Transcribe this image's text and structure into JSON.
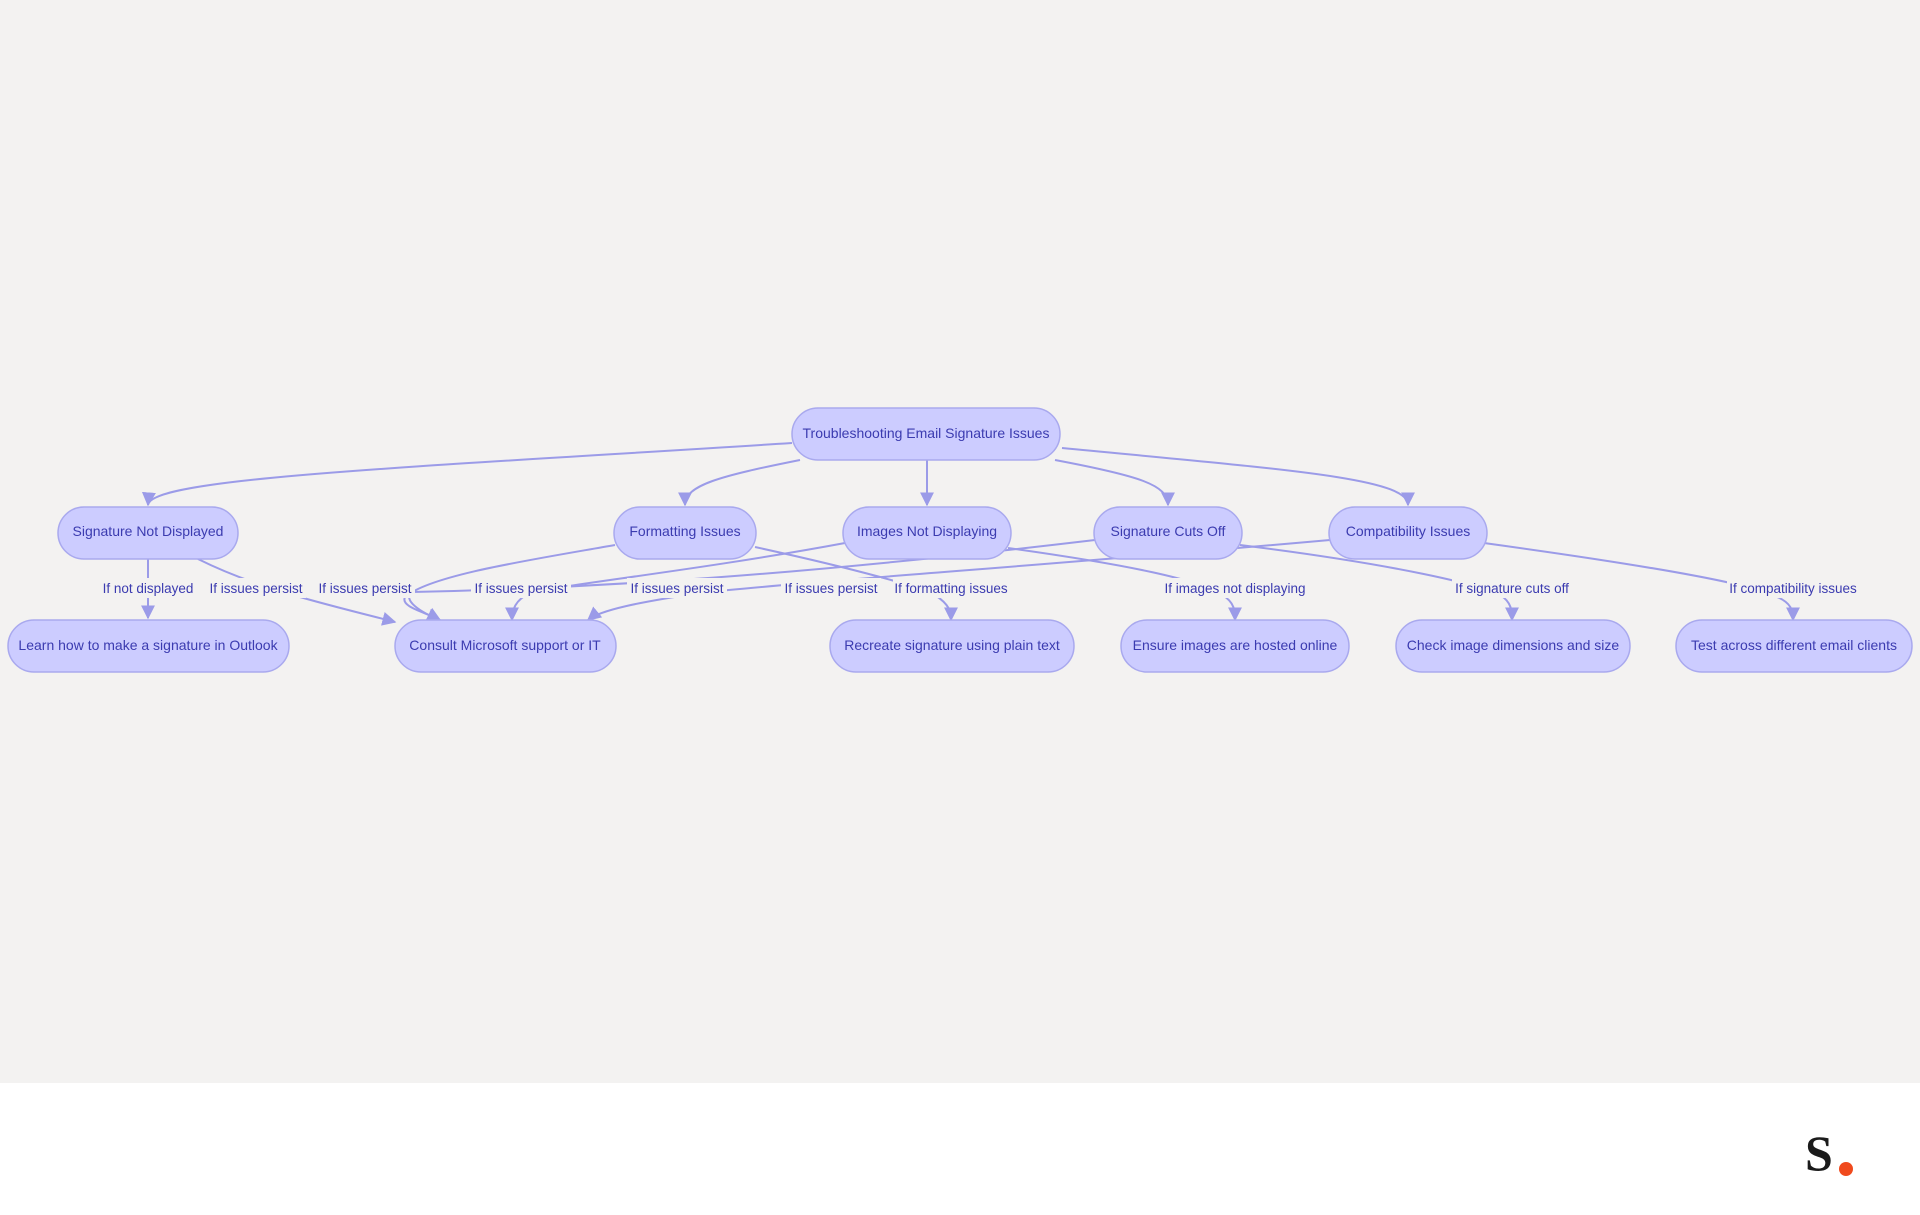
{
  "diagram": {
    "nodes": {
      "root": "Troubleshooting Email Signature Issues",
      "not_displayed": "Signature Not Displayed",
      "formatting": "Formatting Issues",
      "images": "Images Not Displaying",
      "cuts_off": "Signature Cuts Off",
      "compat": "Compatibility Issues",
      "learn": "Learn how to make a signature in Outlook",
      "consult": "Consult Microsoft support or IT",
      "recreate": "Recreate signature using plain text",
      "hosted": "Ensure images are hosted online",
      "dimensions": "Check image dimensions and size",
      "test": "Test across different email clients"
    },
    "edge_labels": {
      "not_displayed_learn": "If not displayed",
      "not_displayed_consult": "If issues persist",
      "cuts_off_consult": "If issues persist",
      "formatting_consult": "If issues persist",
      "images_consult": "If issues persist",
      "compat_consult": "If issues persist",
      "formatting_recreate": "If formatting issues",
      "images_hosted": "If images not displaying",
      "cuts_off_dimensions": "If signature cuts off",
      "compat_test": "If compatibility issues"
    }
  },
  "footer": {
    "logo_text": "S",
    "logo_dot_color": "#f04a1d"
  }
}
